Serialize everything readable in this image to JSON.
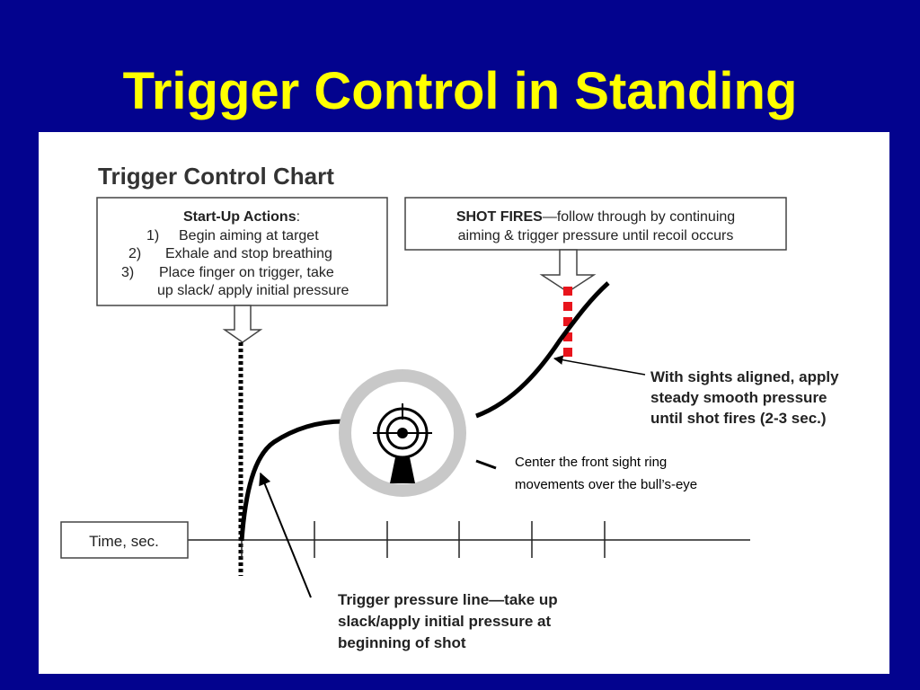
{
  "slide": {
    "title": "Trigger Control in Standing"
  },
  "chart": {
    "heading": "Trigger Control Chart",
    "startup": {
      "heading": "Start-Up Actions",
      "heading_suffix": ":",
      "items": [
        {
          "num": "1)",
          "text": "Begin aiming at target"
        },
        {
          "num": "2)",
          "text": "Exhale and stop breathing"
        },
        {
          "num": "3)",
          "text": "Place finger on  trigger, take"
        }
      ],
      "item3_cont": "up slack/ apply initial pressure"
    },
    "shot": {
      "bold": "SHOT FIRES",
      "rest": "—follow through by continuing",
      "line2": "aiming & trigger pressure until recoil occurs"
    },
    "sights_note": [
      "With sights aligned, apply",
      "steady smooth pressure",
      "until shot fires (2-3 sec.)"
    ],
    "center_note": [
      "Center the front sight ring",
      "movements over the bull’s-eye"
    ],
    "pressure_note": [
      "Trigger pressure line—take up",
      "slack/apply initial pressure at",
      "beginning of shot"
    ],
    "axis_label": "Time, sec."
  },
  "colors": {
    "background": "#03038e",
    "title": "#ffff00",
    "shot_marker": "#e8141c",
    "ring": "#c8c8c8"
  },
  "icons": [
    "sight-ring-icon",
    "bullseye-icon",
    "front-sight-post-icon"
  ]
}
